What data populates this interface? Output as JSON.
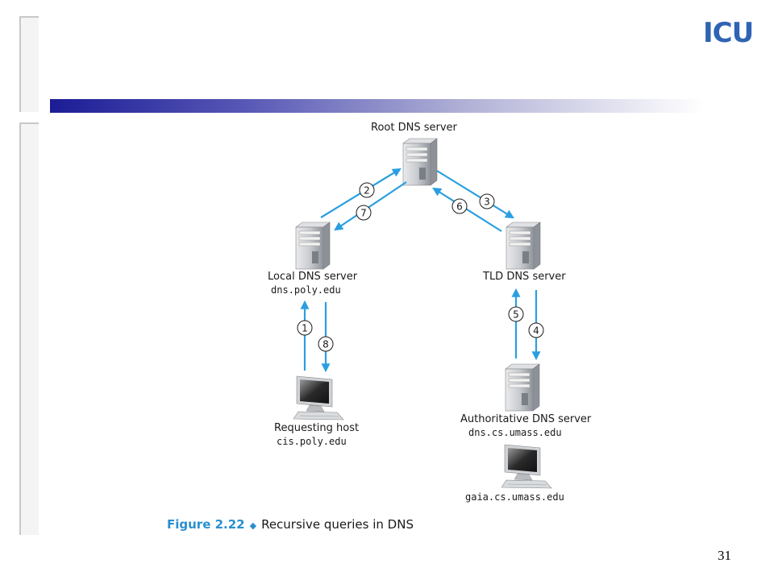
{
  "slide": {
    "logo_text": "ICU",
    "page_number": "31",
    "colors": {
      "accent": "#1c1c96",
      "arrow": "#2a9fe0",
      "caption_blue": "#2a8fd0"
    }
  },
  "diagram": {
    "root_label": "Root DNS server",
    "local_label": "Local DNS server",
    "local_host": "dns.poly.edu",
    "tld_label": "TLD DNS server",
    "requesting_label": "Requesting host",
    "requesting_host": "cis.poly.edu",
    "auth_label": "Authoritative DNS server",
    "auth_host": "dns.cs.umass.edu",
    "target_host": "gaia.cs.umass.edu",
    "steps": [
      "1",
      "2",
      "3",
      "4",
      "5",
      "6",
      "7",
      "8"
    ]
  },
  "caption": {
    "figure": "Figure 2.22",
    "separator": "◆",
    "text": "Recursive queries in DNS"
  }
}
